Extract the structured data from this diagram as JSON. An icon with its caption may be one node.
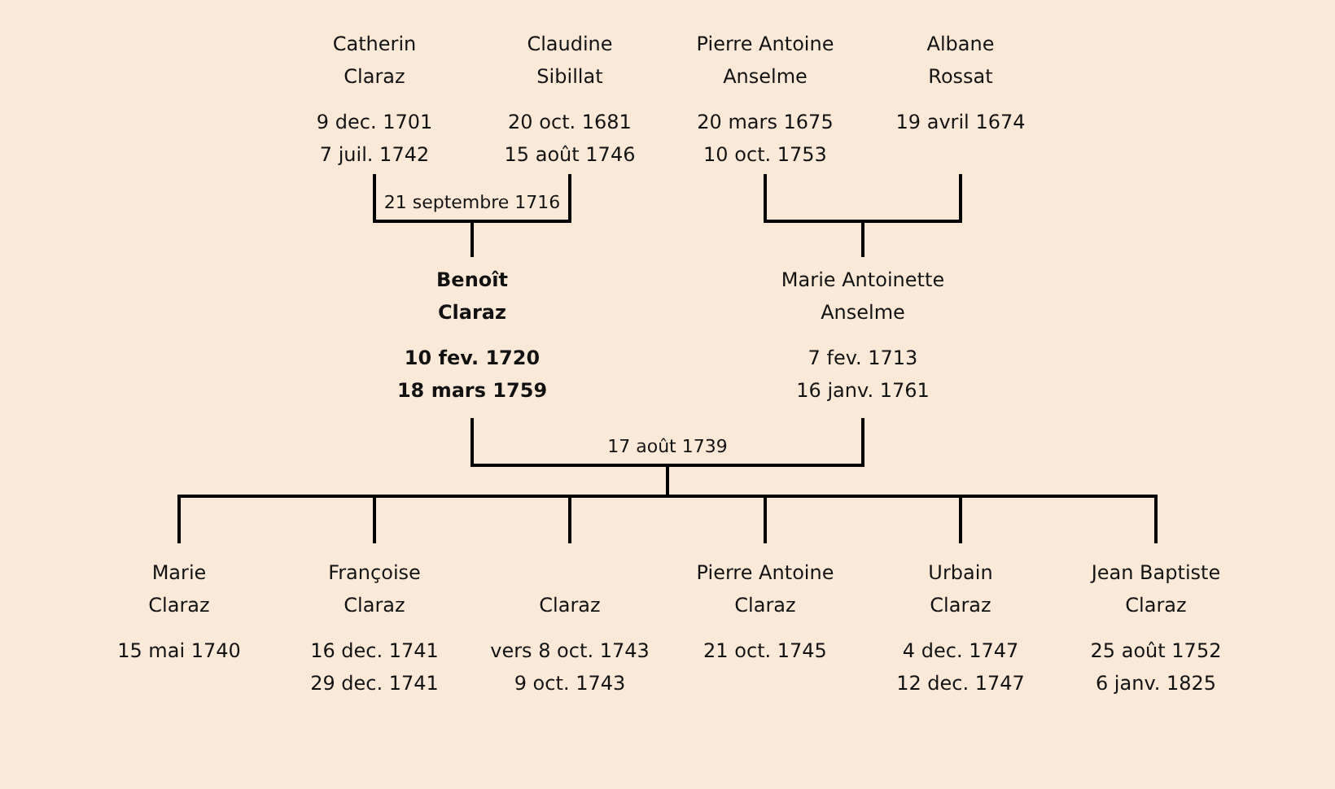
{
  "diagram": {
    "nodes": [
      {
        "text": [
          "Catherin Claraz",
          "9 dec. 1701",
          "7 juil. 1742"
        ]
      },
      {
        "text": [
          "Claudine Sibillat",
          "20 oct. 1681",
          "15 août 1746"
        ]
      },
      {
        "text": [
          "Pierre Antoine Anselme",
          "20 mars 1675",
          "10 oct. 1753"
        ]
      },
      {
        "text": [
          "Albane Rossat",
          "19 avril 1674"
        ]
      },
      {
        "text": [
          "Benoît Claraz",
          "10 fev. 1720",
          "18 mars 1759"
        ]
      },
      {
        "text": [
          "Marie Antoinette Anselme",
          "7 fev. 1713",
          "16 janv. 1761"
        ]
      },
      {
        "text": [
          "Marie Claraz",
          "15 mai 1740"
        ]
      },
      {
        "text": [
          "Françoise Claraz",
          "16 dec. 1741",
          "29 dec. 1741"
        ]
      },
      {
        "text": [
          "Claraz",
          "vers 8 oct. 1743",
          "9 oct. 1743"
        ]
      },
      {
        "text": [
          "Pierre Antoine Claraz",
          "21 oct. 1745"
        ]
      },
      {
        "text": [
          "Urbain Claraz",
          "4 dec. 1747",
          "12 dec. 1747"
        ]
      },
      {
        "text": [
          "Jean Baptiste Claraz",
          "25 août 1752",
          "6 janv. 1825"
        ]
      }
    ],
    "edges": [
      {
        "from": 0,
        "to": 1,
        "arrow": "none",
        "label": "21 septembre 1716"
      },
      {
        "from": 0,
        "to": 4,
        "arrow": "none"
      },
      {
        "from": 1,
        "to": 4,
        "arrow": "none"
      },
      {
        "from": 2,
        "to": 3,
        "arrow": "none"
      },
      {
        "from": 2,
        "to": 5,
        "arrow": "none"
      },
      {
        "from": 3,
        "to": 5,
        "arrow": "none"
      },
      {
        "from": 4,
        "to": 5,
        "arrow": "none",
        "label": "17 août 1739"
      },
      {
        "from": 4,
        "to": 6,
        "arrow": "none"
      },
      {
        "from": 5,
        "to": 6,
        "arrow": "none"
      },
      {
        "from": 4,
        "to": 7,
        "arrow": "none"
      },
      {
        "from": 5,
        "to": 7,
        "arrow": "none"
      },
      {
        "from": 4,
        "to": 8,
        "arrow": "none"
      },
      {
        "from": 5,
        "to": 8,
        "arrow": "none"
      },
      {
        "from": 4,
        "to": 9,
        "arrow": "none"
      },
      {
        "from": 5,
        "to": 9,
        "arrow": "none"
      },
      {
        "from": 4,
        "to": 10,
        "arrow": "none"
      },
      {
        "from": 5,
        "to": 10,
        "arrow": "none"
      },
      {
        "from": 4,
        "to": 11,
        "arrow": "none"
      },
      {
        "from": 5,
        "to": 11,
        "arrow": "none"
      }
    ]
  }
}
